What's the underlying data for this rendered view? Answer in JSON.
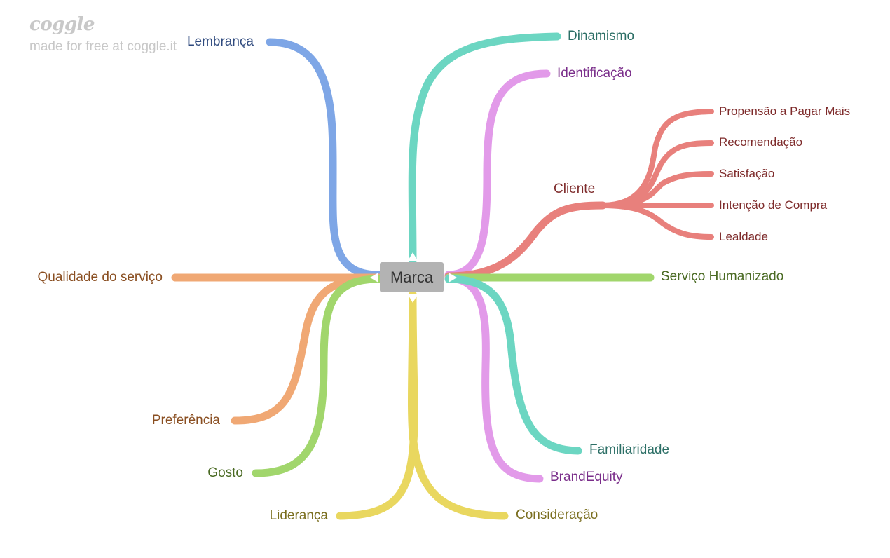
{
  "watermark": {
    "logo": "coggle",
    "text": "made for free at coggle.it"
  },
  "root": "Marca",
  "colors": {
    "blue": "#7ea6e6",
    "teal": "#6cd6c2",
    "pink": "#e29ae9",
    "red": "#e8807c",
    "green": "#a1d66c",
    "orange": "#f0a874",
    "yellow": "#e9d75f",
    "text_blue": "#2f4a7e",
    "text_teal": "#2c6f66",
    "text_pink": "#7a2d8a",
    "text_red": "#7e2b2b",
    "text_green": "#4a6a23",
    "text_orange": "#8a4f22",
    "text_yellow": "#7a6e1e"
  },
  "branches": {
    "lembranca": "Lembrança",
    "dinamismo": "Dinamismo",
    "identificacao": "Identificação",
    "cliente": "Cliente",
    "servico_humanizado": "Serviço Humanizado",
    "qualidade": "Qualidade do serviço",
    "preferencia": "Preferência",
    "gosto": "Gosto",
    "lideranca": "Liderança",
    "consideracao": "Consideração",
    "brandequity": "BrandEquity",
    "familiaridade": "Familiaridade"
  },
  "cliente_children": {
    "propensao": "Propensão a Pagar Mais",
    "recomendacao": "Recomendação",
    "satisfacao": "Satisfação",
    "intencao": "Intenção de Compra",
    "lealdade": "Lealdade"
  }
}
